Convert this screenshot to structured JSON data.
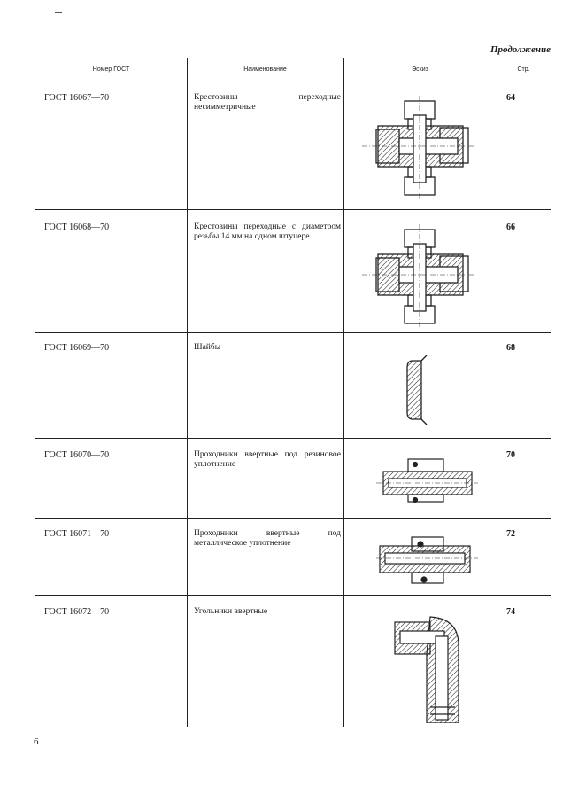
{
  "header": {
    "continuation": "Продолжение",
    "col_gost": "Номер ГОСТ",
    "col_name": "Наименование",
    "col_sketch": "Эскиз",
    "col_page": "Стр."
  },
  "rows": [
    {
      "gost": "ГОСТ 16067—70",
      "name": "Крестовины переходные несимметричные",
      "page": "64"
    },
    {
      "gost": "ГОСТ 16068—70",
      "name": "Крестовины переходные с диаметром резьбы 14 мм на одном штуцере",
      "page": "66"
    },
    {
      "gost": "ГОСТ 16069—70",
      "name": "Шайбы",
      "page": "68"
    },
    {
      "gost": "ГОСТ 16070—70",
      "name": "Проходники ввертные под резиновое уплотнение",
      "page": "70"
    },
    {
      "gost": "ГОСТ 16071—70",
      "name": "Проходники ввертные под металлическое уплотнение",
      "page": "72"
    },
    {
      "gost": "ГОСТ 16072—70",
      "name": "Угольники ввертные",
      "page": "74"
    }
  ],
  "footer": {
    "page_number": "6"
  }
}
